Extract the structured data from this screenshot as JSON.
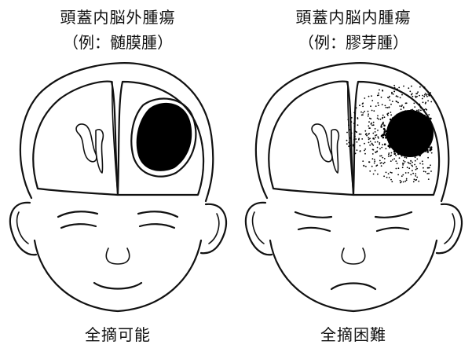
{
  "panels": [
    {
      "title": "頭蓋内脳外腫瘍",
      "example": "（例：髄膜腫）",
      "caption": "全摘可能"
    },
    {
      "title": "頭蓋内脳内腫瘍",
      "example": "（例：膠芽腫）",
      "caption": "全摘困難"
    }
  ],
  "colors": {
    "ink": "#111111",
    "tumor": "#000000",
    "background": "#ffffff"
  },
  "icons": [
    "head-outline-icon",
    "tumor-mass-icon"
  ]
}
